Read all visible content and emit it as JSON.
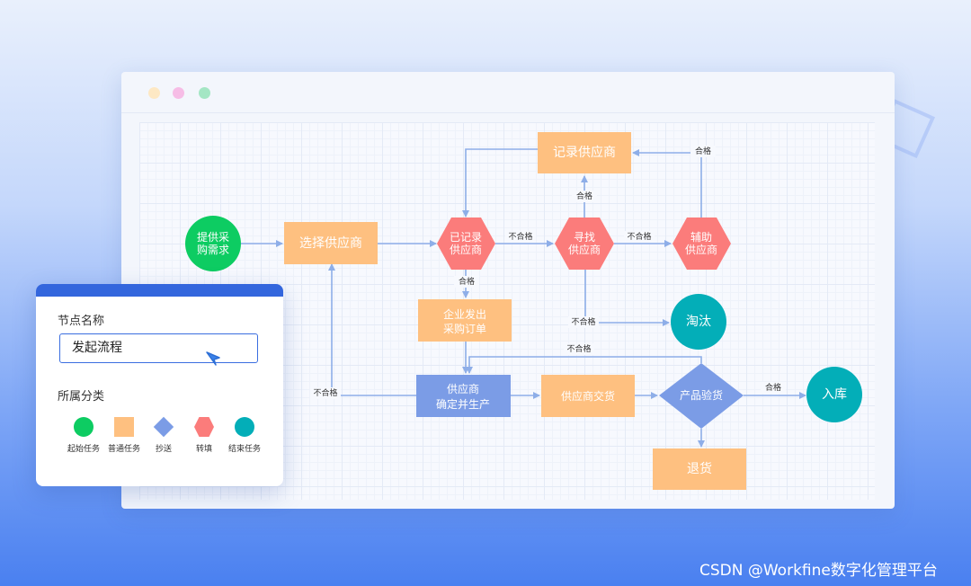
{
  "colors": {
    "start": "#0dcc62",
    "normal": "#fec080",
    "cc": "#7b9ce6",
    "transfer": "#fb7c7b",
    "end": "#03aeb8",
    "edge": "#8eaee8",
    "panel_accent": "#3366dd"
  },
  "nodes": {
    "start": {
      "lines": [
        "提供采",
        "购需求"
      ]
    },
    "select_supplier": {
      "lines": [
        "选择供应商"
      ]
    },
    "recorded_supplier": {
      "lines": [
        "已记录",
        "供应商"
      ]
    },
    "find_supplier": {
      "lines": [
        "寻找",
        "供应商"
      ]
    },
    "assist_supplier": {
      "lines": [
        "辅助",
        "供应商"
      ]
    },
    "record_supplier": {
      "lines": [
        "记录供应商"
      ]
    },
    "issue_order": {
      "lines": [
        "企业发出",
        "采购订单"
      ]
    },
    "eliminate": {
      "lines": [
        "淘汰"
      ]
    },
    "confirm_production": {
      "lines": [
        "供应商",
        "确定并生产"
      ]
    },
    "deliver": {
      "lines": [
        "供应商交货"
      ]
    },
    "inspect": {
      "lines": [
        "产品验货"
      ]
    },
    "warehouse": {
      "lines": [
        "入库"
      ]
    },
    "return_goods": {
      "lines": [
        "退货"
      ]
    }
  },
  "edge_labels": {
    "recorded_to_find": "不合格",
    "find_to_record": "合格",
    "find_to_assist": "不合格",
    "assist_to_record": "合格",
    "recorded_to_order": "合格",
    "find_to_eliminate": "不合格",
    "inspect_to_confirm": "不合格",
    "confirm_to_select": "不合格",
    "inspect_to_warehouse": "合格"
  },
  "panel": {
    "node_name_label": "节点名称",
    "node_name_value": "发起流程",
    "category_label": "所属分类",
    "categories": [
      {
        "label": "起始任务",
        "icon": "start-circle-icon"
      },
      {
        "label": "普通任务",
        "icon": "task-square-icon"
      },
      {
        "label": "抄送",
        "icon": "cc-diamond-icon"
      },
      {
        "label": "转填",
        "icon": "transfer-hexagon-icon"
      },
      {
        "label": "结束任务",
        "icon": "end-circle-icon"
      }
    ]
  },
  "watermark": "CSDN @Workfine数字化管理平台"
}
